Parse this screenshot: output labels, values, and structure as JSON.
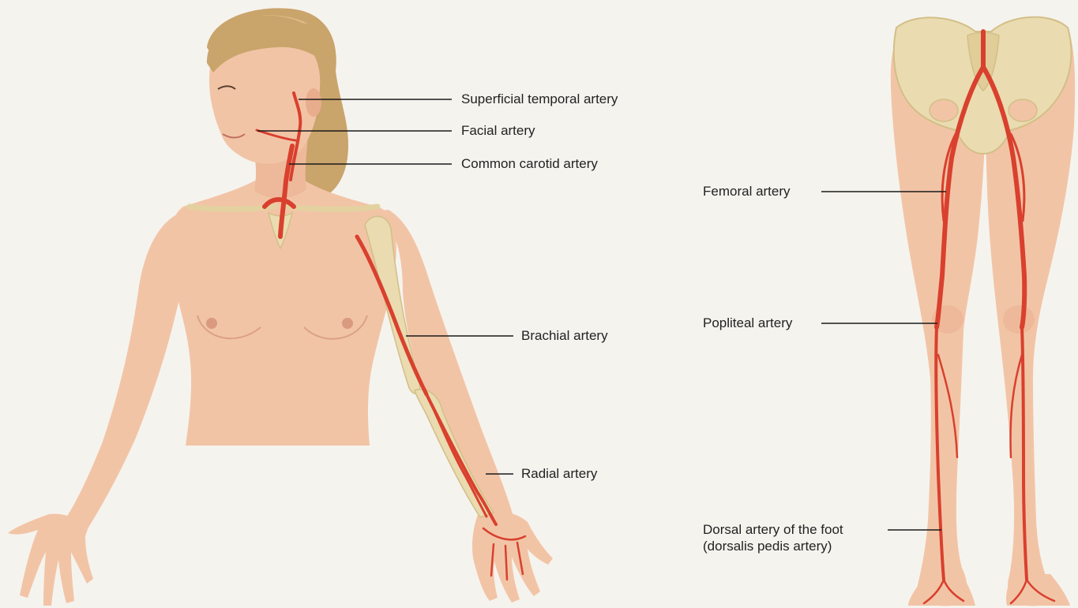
{
  "colors": {
    "background": "#f5f3ee",
    "skin": "#f2c4a6",
    "skin_shade": "#e3a988",
    "bone": "#eadbb0",
    "hair": "#c9a46b",
    "artery": "#d9402e",
    "leader_line": "#1a1a1a",
    "label_text": "#222222"
  },
  "labels": {
    "superficial_temporal": "Superficial temporal artery",
    "facial": "Facial artery",
    "common_carotid": "Common carotid artery",
    "brachial": "Brachial artery",
    "radial": "Radial artery",
    "femoral": "Femoral artery",
    "popliteal": "Popliteal artery",
    "dorsalis_pedis": "Dorsal artery of the foot\n(dorsalis pedis artery)"
  }
}
